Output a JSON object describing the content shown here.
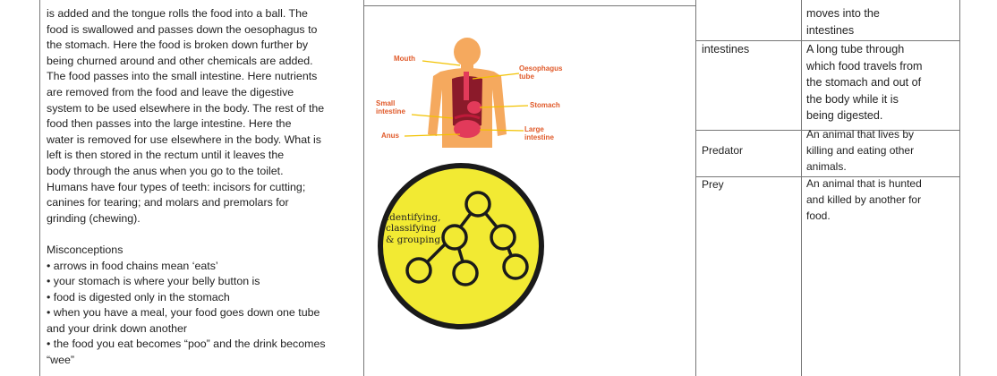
{
  "main_text": {
    "lines": [
      "is added and the tongue rolls the food into a ball. The",
      "food is swallowed and passes down the oesophagus to",
      "the stomach. Here the food is broken down further by",
      "being churned around and other chemicals are added.",
      "The food passes into the small intestine. Here nutrients",
      "are removed from the food and leave the digestive",
      "system to be used elsewhere in the body. The rest of the",
      "food then passes into the large intestine. Here the",
      "water is removed for use elsewhere in the body. What is",
      "left is then stored in the rectum until it leaves the",
      "body through the anus when you go to the toilet.",
      "Humans have four types of teeth: incisors for cutting;",
      "canines for tearing; and molars and premolars for",
      "grinding (chewing)."
    ],
    "misconceptions_title": "Misconceptions",
    "misconceptions": [
      "• arrows in food chains mean ‘eats’",
      "• your stomach is where your belly button is",
      "• food is digested only in the stomach",
      "• when you have a meal, your food goes down one tube",
      "and your drink down another",
      "• the food you eat becomes “poo” and the drink becomes",
      "“wee”"
    ]
  },
  "diagram": {
    "labels": {
      "mouth": "Mouth",
      "oesophagus_1": "Oesophagus",
      "oesophagus_2": "tube",
      "small_1": "Small",
      "small_2": "intestine",
      "stomach": "Stomach",
      "large_1": "Large",
      "large_2": "intestine",
      "anus": "Anus"
    },
    "colors": {
      "body": "#f5a95e",
      "organ": "#8b1a2a",
      "gut": "#e23a5a",
      "label": "#e05a2a",
      "leader": "#f2c200"
    }
  },
  "badge": {
    "lines": [
      "Identifying,",
      "classifying",
      "& grouping"
    ],
    "colors": {
      "fill": "#f2ea33",
      "ring": "#1a1a1a"
    },
    "icon": "tree-hierarchy-icon"
  },
  "glossary": {
    "intestines_prev_1": "moves into the",
    "intestines_prev_2": "intestines",
    "rows": [
      {
        "term": "intestines",
        "def_lines": [
          "A long tube through",
          "which food travels from",
          "the stomach and out of",
          "the body while it is",
          "being digested."
        ]
      },
      {
        "term": "Predator",
        "def_lines": [
          "An animal that lives by",
          "killing and eating other",
          "animals."
        ]
      },
      {
        "term": "Prey",
        "def_lines": [
          "An animal that is hunted",
          "and killed by another for",
          "food."
        ]
      }
    ]
  }
}
